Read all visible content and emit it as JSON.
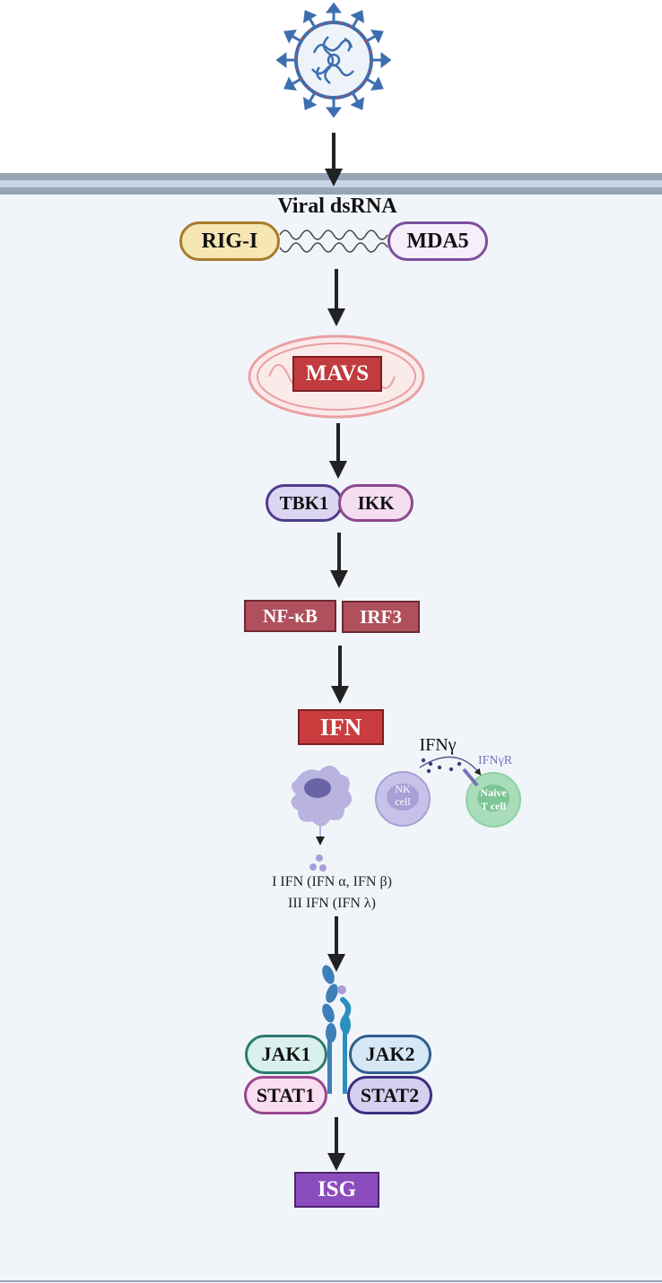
{
  "dsrna_label": "Viral dsRNA",
  "rig_i": "RIG-I",
  "mda5": "MDA5",
  "mavs": "MAVS",
  "tbk1": "TBK1",
  "ikk": "IKK",
  "nfkb": "NF-κB",
  "irf3": "IRF3",
  "ifn": "IFN",
  "ifn_gamma": "IFNγ",
  "ifn_gamma_receptor": "IFNγR",
  "nk_cell": [
    "NK",
    "cell"
  ],
  "naive_t_cell": [
    "Naive",
    "T cell"
  ],
  "type_i_ifn": "I IFN (IFN α, IFN β)",
  "type_iii_ifn": "III IFN (IFN λ)",
  "jak1": "JAK1",
  "jak2": "JAK2",
  "stat1": "STAT1",
  "stat2": "STAT2",
  "isg": "ISG",
  "colors": {
    "membrane_dark": "#97a5b5",
    "membrane_light": "#c9d6e6",
    "cytoplasm": "#f1f5fa",
    "virus_blue": "#3d6fb0",
    "virus_red": "#c94545",
    "rig_i_fill": "#f6e6b4",
    "rig_i_border": "#a77c2c",
    "mda5_fill": "#f6eefb",
    "mda5_border": "#7c4f9c",
    "mitochondrion": "#eaa0a3",
    "mavs_fill": "#c13b3f",
    "tbk1_fill": "#ddd6f2",
    "tbk1_border": "#4f3c8b",
    "ikk_fill": "#f5ddf2",
    "ikk_border": "#8a4a8c",
    "nfkb_fill": "#b0505d",
    "ifn_fill": "#c93d3f",
    "cell_purple": "#b9b3e0",
    "nk_cell": "#a99fd6",
    "t_cell": "#8fd1a5",
    "receptor_blue": "#3d7fb8",
    "jak1_fill": "#d9f0ec",
    "jak1_border": "#2d7a6f",
    "jak2_fill": "#d6e7f5",
    "jak2_border": "#2f5f8e",
    "stat1_fill": "#f9ddf0",
    "stat1_border": "#99468f",
    "stat2_fill": "#d5d0ef",
    "stat2_border": "#3a2f7f",
    "isg_fill": "#8b4cbd"
  }
}
